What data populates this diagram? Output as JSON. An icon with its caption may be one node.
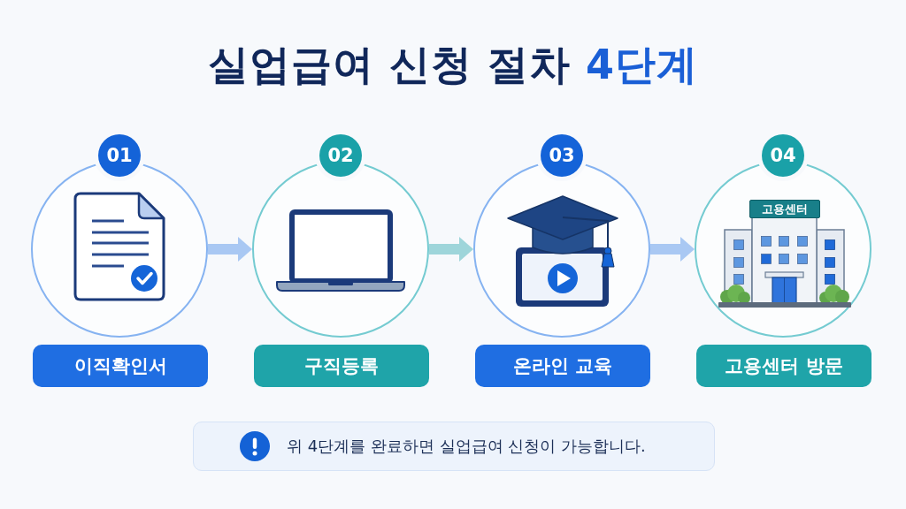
{
  "diagram": {
    "title": "실업급여 신청 절차 **4단계**",
    "nodes": [
      {
        "text": [
          "01"
        ]
      },
      {
        "text": [],
        "shape": "circle"
      },
      {
        "text": [
          "이직확인서"
        ]
      },
      {
        "text": [
          "02"
        ]
      },
      {
        "text": [],
        "shape": "circle"
      },
      {
        "text": [
          "구직등록"
        ]
      },
      {
        "text": [
          "03"
        ]
      },
      {
        "text": [],
        "shape": "circle"
      },
      {
        "text": [
          "온라인 교육"
        ]
      },
      {
        "text": [
          "04"
        ]
      },
      {
        "text": [],
        "shape": "circle"
      },
      {
        "text": [
          "고용센터"
        ],
        "in": 10
      },
      {
        "text": [
          "고용센터 방문"
        ]
      },
      {
        "text": [
          "위 4단계를 완료하면 실업급여 신청이 가능합니다."
        ]
      }
    ],
    "edges": [
      {
        "from": 1,
        "to": 4,
        "arrow": "to"
      },
      {
        "from": 4,
        "to": 7,
        "arrow": "to",
        "color": "#9ed5da"
      },
      {
        "from": 7,
        "to": 10,
        "arrow": "to"
      }
    ]
  }
}
